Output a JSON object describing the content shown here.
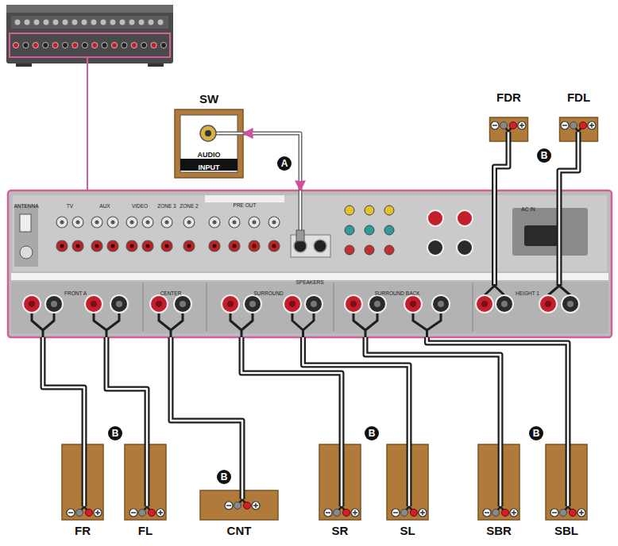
{
  "diagram": {
    "nodes": [
      {
        "text": [
          "SW",
          "AUDIO",
          "INPUT"
        ]
      },
      {
        "text": [
          "FDR"
        ]
      },
      {
        "text": [
          "FDL"
        ]
      },
      {
        "text": [
          "SPEAKERS"
        ]
      },
      {
        "text": [
          "FR"
        ]
      },
      {
        "text": [
          "FL"
        ]
      },
      {
        "text": [
          "CNT"
        ]
      },
      {
        "text": [
          "SR"
        ]
      },
      {
        "text": [
          "SL"
        ]
      },
      {
        "text": [
          "SBR"
        ]
      },
      {
        "text": [
          "SBL"
        ]
      }
    ],
    "edges": [
      {
        "from": 0,
        "to": 3,
        "arrow": "both"
      },
      {
        "from": 3,
        "to": 1,
        "arrow": "none"
      },
      {
        "from": 3,
        "to": 2,
        "arrow": "none"
      },
      {
        "from": 3,
        "to": 4,
        "arrow": "none"
      },
      {
        "from": 3,
        "to": 5,
        "arrow": "none"
      },
      {
        "from": 3,
        "to": 6,
        "arrow": "none"
      },
      {
        "from": 3,
        "to": 7,
        "arrow": "none"
      },
      {
        "from": 3,
        "to": 8,
        "arrow": "none"
      },
      {
        "from": 3,
        "to": 9,
        "arrow": "none"
      },
      {
        "from": 3,
        "to": 10,
        "arrow": "none"
      }
    ],
    "labels": [
      "B",
      "A",
      "ANTENNA",
      "TV",
      "AUX",
      "VIDEO",
      "ZONE 3",
      "ZONE 2",
      "PRE OUT",
      "AC IN",
      "FRONT A",
      "CENTER",
      "SURROUND",
      "SURROUND BACK",
      "HEIGHT 1",
      "B",
      "B",
      "B",
      "B"
    ]
  }
}
